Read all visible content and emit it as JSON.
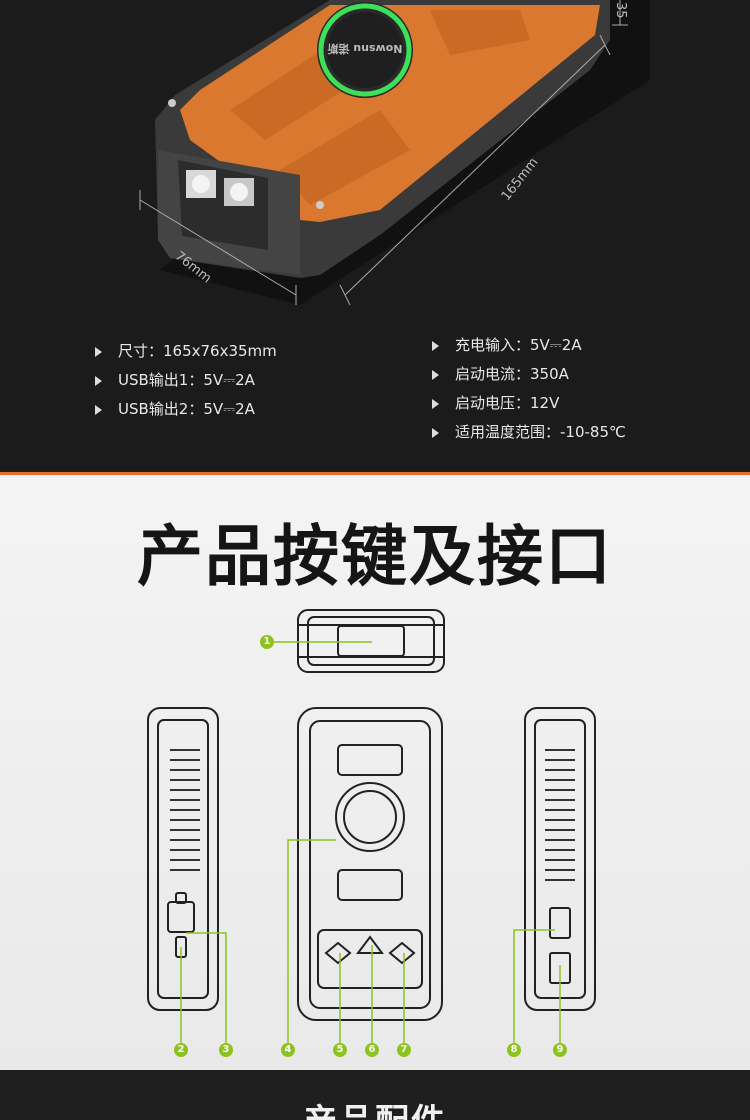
{
  "dimensions": {
    "height": "35",
    "length": "165mm",
    "width": "76mm"
  },
  "device_brand": "Nowsnu 诺斯",
  "specs_left": [
    "尺寸：165x76x35mm",
    "USB输出1：5V⎓2A",
    "USB输出2：5V⎓2A"
  ],
  "specs_right": [
    "充电输入：5V⎓2A",
    "启动电流：350A",
    "启动电压：12V",
    "适用温度范围：-10-85℃"
  ],
  "section_title": "产品按键及接口",
  "callouts": [
    "1",
    "2",
    "3",
    "4",
    "5",
    "6",
    "7",
    "8",
    "9"
  ],
  "next_section_title": "产品配件",
  "colors": {
    "accent_orange": "#e8702a",
    "callout_green": "#8dc31e",
    "device_orange": "#d9782e"
  }
}
